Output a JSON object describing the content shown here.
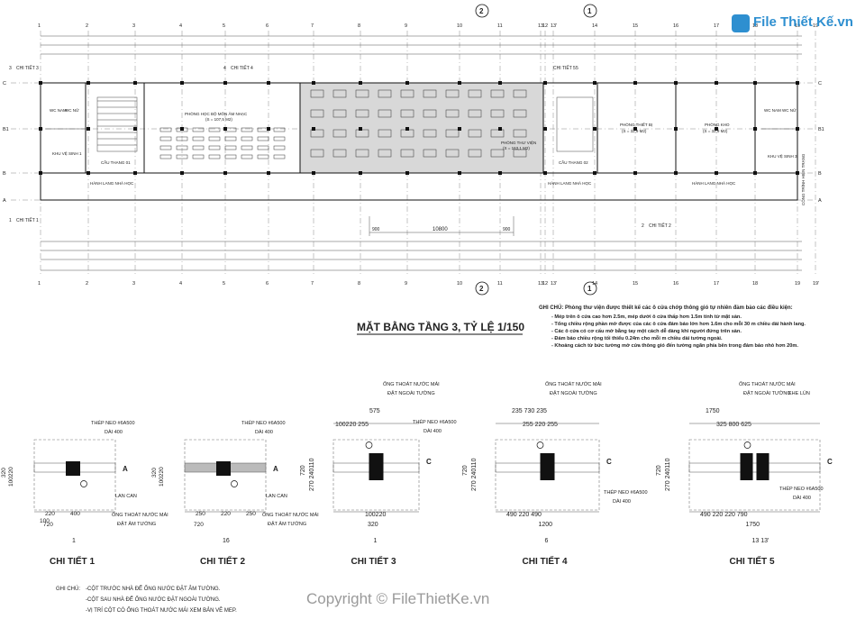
{
  "brand": {
    "text": "File Thiết Kế.vn",
    "color": "#2e8fd0"
  },
  "plan": {
    "title": "MẶT BẰNG TẦNG 3, TỶ LỆ 1/150",
    "axes_top": [
      "1",
      "2",
      "3",
      "4",
      "5",
      "6",
      "7",
      "8",
      "9",
      "10",
      "11",
      "12",
      "13",
      "13'",
      "14",
      "15",
      "16",
      "17",
      "18",
      "19",
      "19'"
    ],
    "axes_side": [
      "C",
      "B1",
      "B",
      "A"
    ],
    "rooms": {
      "wc": "WC NAM",
      "wc2": "WC NỮ",
      "khu_ve_sinh": "KHU VỆ SINH 1",
      "cau_thang1": "CẦU THANG 01",
      "phong_hoc": "PHÒNG HỌC BỘ MÔN ÂM NHẠC",
      "phong_hoc_area": "(S = 107,5 M2)",
      "thu_vien": "PHÒNG THƯ VIỆN",
      "thu_vien_area": "(S = 163,1 M2)",
      "cau_thang2": "CẦU THANG 02",
      "thiet_bi": "PHÒNG THIẾT BỊ",
      "thiet_bi_area": "(S = 32,9 M2)",
      "kho": "PHÒNG KHO",
      "kho_area": "(S = 32,9 M2)",
      "wc_right": "WC NAM   WC NỮ",
      "ve_sinh3": "KHU VỆ SINH 3",
      "hanh_lang": "HÀNH LANG NHÀ HỌC",
      "cong_trinh": "CÔNG TRÌNH HIỆN TRẠNG"
    },
    "tags": {
      "ct3": "CHI TIẾT 3",
      "ct4": "CHI TIẾT 4",
      "ct5": "CHI TIẾT 5",
      "ct1": "CHI TIẾT 1",
      "ct2": "CHI TIẾT 2"
    },
    "dims": {
      "d10800": "10800",
      "d900a": "900",
      "d900b": "900"
    }
  },
  "note_plan": {
    "heading": "GHI CHÚ: Phòng thư viện được thiết kế các ô cửa chớp thông gió tự nhiên đảm bảo các điều kiện:",
    "items": [
      "Mép trên ô cửa cao hơn 2.5m, mép dưới ô cửa thấp hơn 1.5m tính từ mặt sàn.",
      "Tổng chiều rộng phần mở được của các ô cửa đảm bảo lớn hơn 1.6m cho mỗi 30 m chiều dài hành lang.",
      "Các ô cửa có cơ cấu mở bằng tay một cách dễ dàng khi người đứng trên sàn.",
      "Đảm bảo chiều rộng tối thiểu 0.24m cho mỗi m chiều dài tường ngoài.",
      "Khoảng cách từ bức tường mở cửa thông gió đến tường ngăn phía bên trong đảm bảo nhỏ hơn 20m."
    ]
  },
  "details": [
    {
      "title": "CHI TIẾT 1",
      "axis": "1",
      "label_a": "THÉP NEO #6A500",
      "label_b": "DÀI 400",
      "label_c": "LAN CAN",
      "label_d": "ỐNG THOÁT NƯỚC MÁI",
      "label_e": "ĐẶT ÂM TƯỜNG",
      "grid": "A",
      "dims_bottom": [
        "220",
        "400"
      ],
      "dims_total": "720",
      "dim_left": "100",
      "dim_v": "320",
      "dim_v2": "100220"
    },
    {
      "title": "CHI TIẾT 2",
      "axis": "16",
      "label_a": "THÉP NEO #6A500",
      "label_b": "DÀI 400",
      "label_c": "LAN CAN",
      "label_d": "ỐNG THOÁT NƯỚC MÁI",
      "label_e": "ĐẶT ÂM TƯỜNG",
      "grid": "A",
      "dims_bottom": [
        "250",
        "220",
        "250"
      ],
      "dims_total": "720",
      "dim_v": "320",
      "dim_v2": "100220"
    },
    {
      "title": "CHI TIẾT 3",
      "axis": "1",
      "label_a": "ỐNG THOÁT NƯỚC MÁI",
      "label_b": "ĐẶT NGOÀI TƯỜNG",
      "label_c": "THÉP NEO #6A500",
      "label_d": "DÀI 400",
      "grid": "C",
      "dims_top": "575",
      "dims_top2": "100220  255",
      "dims_bottom": "100220",
      "dims_total": "320",
      "dim_v": "720",
      "dim_v2": "270  240110"
    },
    {
      "title": "CHI TIẾT 4",
      "axis": "6",
      "label_a": "ỐNG THOÁT NƯỚC MÁI",
      "label_b": "ĐẶT NGOÀI TƯỜNG",
      "label_c": "THÉP NEO #6A500",
      "label_d": "DÀI 400",
      "grid": "C",
      "dims_top": [
        "235",
        "730",
        "235"
      ],
      "dims_top2": [
        "255",
        "220",
        "255"
      ],
      "dims_bottom": [
        "490",
        "220",
        "490"
      ],
      "dims_total": "1200",
      "dim_v": "720",
      "dim_v2": "270  240110"
    },
    {
      "title": "CHI TIẾT 5",
      "axis": "13   13'",
      "label_a": "ỐNG THOÁT NƯỚC MÁI",
      "label_b": "ĐẶT NGOÀI TƯỜNG",
      "label_c": "KHE LÚN",
      "label_d": "THÉP NEO #6A500",
      "label_e": "DÀI 400",
      "grid": "C",
      "dims_top": "1750",
      "dims_top2": [
        "325",
        "800",
        "625"
      ],
      "dims_bottom": [
        "490",
        "220",
        "220",
        "790"
      ],
      "dims_total": "1750",
      "dim_v": "720",
      "dim_v2": "270  240110"
    }
  ],
  "note_bottom": {
    "heading": "GHI CHÚ:",
    "items": [
      "-CỘT TRƯỚC NHÀ ĐỂ ỐNG NƯỚC ĐẶT ÂM TƯỜNG.",
      "-CỘT SAU NHÀ ĐỂ ỐNG NƯỚC ĐẶT NGOÀI TƯỜNG.",
      "-VỊ TRÍ CỘT CÓ ỐNG THOÁT NƯỚC MÁI XEM BẢN VẼ MEP."
    ]
  },
  "copyright": "Copyright © FileThietKe.vn"
}
